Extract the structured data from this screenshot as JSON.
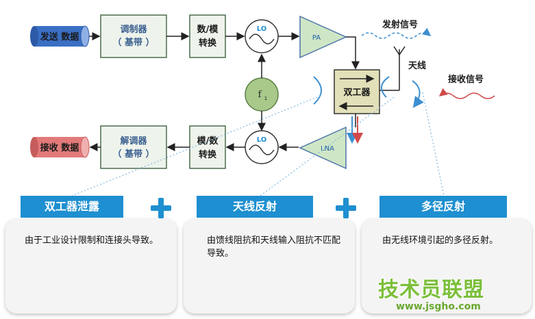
{
  "diagram": {
    "send_data": "发送 数据",
    "receive_data": "接收 数据",
    "modulator": [
      "调制器",
      "（ 基带 ）"
    ],
    "demodulator": [
      "解调器",
      "（ 基带 ）"
    ],
    "dac": [
      "数/模",
      "转换"
    ],
    "adc": [
      "模/数",
      "转换"
    ],
    "lo_top": "LO",
    "lo_bottom": "LO",
    "f1": "f",
    "f1_sub": "1",
    "pa": "PA",
    "lna": "LNA",
    "duplexer": "双工器",
    "antenna": "天线",
    "tx_signal": "发射信号",
    "rx_signal": "接收信号"
  },
  "panels": [
    {
      "title": "双工器泄露",
      "body": "由于工业设计限制和连接头导致。"
    },
    {
      "title": "天线反射",
      "body": "由馈线阻抗和天线输入阻抗不匹配导致。"
    },
    {
      "title": "多径反射",
      "body": "由无线环境引起的多径反射。"
    }
  ],
  "watermark": {
    "title": "技术员联盟",
    "url": "www.jsgho.com"
  },
  "colors": {
    "accent": "#1e8fd0",
    "box_fill": "#eef3ec",
    "pa_fill": "#cfe6c6",
    "send_fill": "#3a6fc4",
    "recv_fill": "#e27a7a",
    "f1_fill": "#a8c98a"
  }
}
